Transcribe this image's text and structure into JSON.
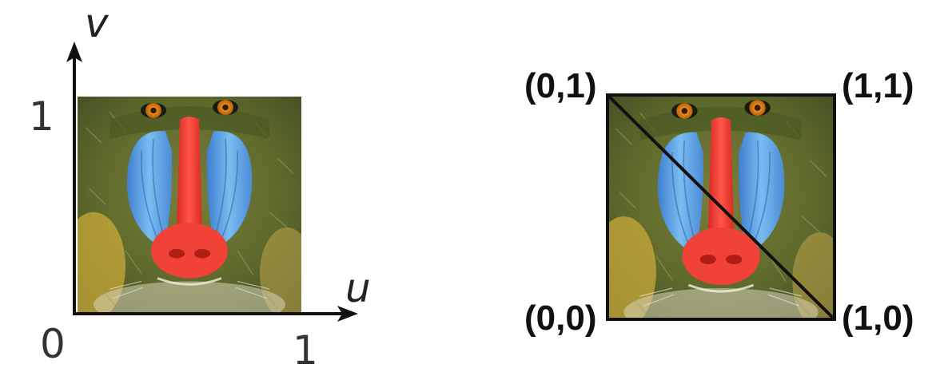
{
  "left_panel": {
    "axis_v_label": "v",
    "axis_u_label": "u",
    "tick_v_one": "1",
    "tick_origin": "0",
    "tick_u_one": "1"
  },
  "right_panel": {
    "corner_top_left": "(0,1)",
    "corner_top_right": "(1,1)",
    "corner_bottom_left": "(0,0)",
    "corner_bottom_right": "(1,0)"
  },
  "colors": {
    "fur_green": "#6b7434",
    "fur_yellow": "#c9a93a",
    "cheek_blue": "#5fa8e8",
    "nose_red": "#ee3a2e",
    "eye_orange": "#e88a1e",
    "line": "#111111"
  },
  "image_subject": "mandrill-face-texture"
}
